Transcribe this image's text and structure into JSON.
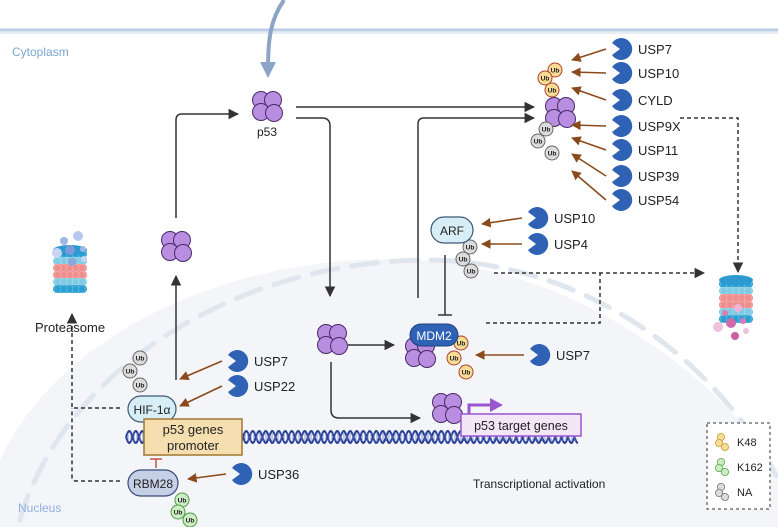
{
  "compartments": {
    "cytoplasm": "Cytoplasm",
    "nucleus": "Nucleus"
  },
  "nodes": {
    "p53_label": "p53",
    "proteasome_label": "Proteasome",
    "arf": "ARF",
    "mdm2": "MDM2",
    "hif1a": "HIF-1α",
    "rbm28": "RBM28",
    "promoter_line1": "p53 genes",
    "promoter_line2": "promoter",
    "target_genes": "p53 target genes",
    "transcriptional_activation": "Transcriptional activation",
    "ub": "Ub"
  },
  "dub_cytoplasm_p53": [
    "USP7",
    "USP10",
    "CYLD",
    "USP9X",
    "USP11",
    "USP39",
    "USP54"
  ],
  "dub_arf": [
    "USP10",
    "USP4"
  ],
  "dub_mdm2": [
    "USP7"
  ],
  "dub_hif1a": [
    "USP7",
    "USP22"
  ],
  "dub_rbm28": [
    "USP36"
  ],
  "legend": {
    "items": [
      {
        "label": "K48",
        "color": "#f6dc94",
        "stroke": "#c8a040"
      },
      {
        "label": "K162",
        "color": "#cdeec4",
        "stroke": "#5aa84e"
      },
      {
        "label": "NA",
        "color": "#dcdcdc",
        "stroke": "#777777"
      }
    ]
  },
  "colors": {
    "p53": "#b98ddf",
    "dub": "#2f62b4",
    "arrow_dub": "#8b4a1c",
    "nucleus_fill": "#f3f5f9",
    "membrane": "#b9cde4",
    "mdm2": "#2f62b4",
    "inhibit": "#c0392b"
  }
}
